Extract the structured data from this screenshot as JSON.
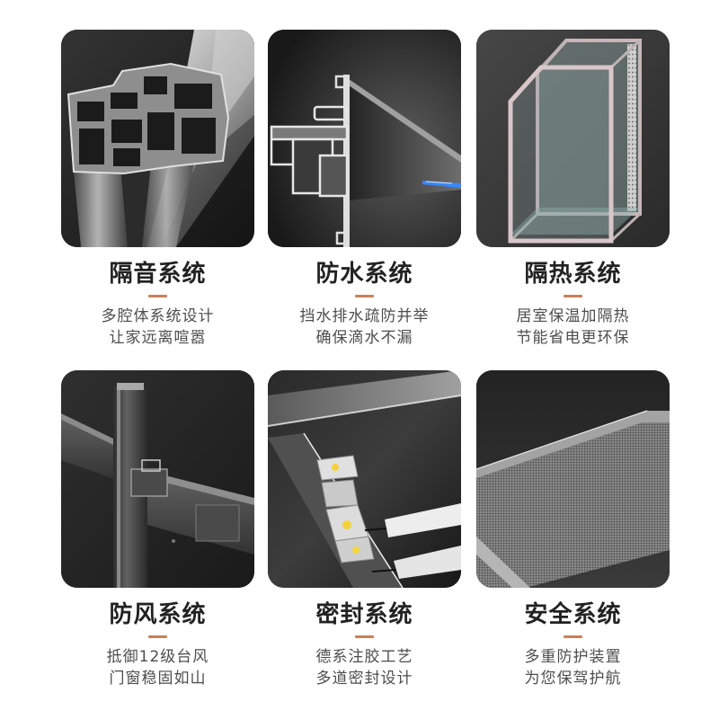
{
  "features": [
    {
      "title": "隔音系统",
      "lines": [
        "多腔体系统设计",
        "让家远离喧嚣"
      ]
    },
    {
      "title": "防水系统",
      "lines": [
        "挡水排水疏防并举",
        "确保滴水不漏"
      ]
    },
    {
      "title": "隔热系统",
      "lines": [
        "居室保温加隔热",
        "节能省电更环保"
      ]
    },
    {
      "title": "防风系统",
      "lines": [
        "抵御12级台风",
        "门窗稳固如山"
      ]
    },
    {
      "title": "密封系统",
      "lines": [
        "德系注胶工艺",
        "多道密封设计"
      ]
    },
    {
      "title": "安全系统",
      "lines": [
        "多重防护装置",
        "为您保驾护航"
      ]
    }
  ],
  "colors": {
    "accent": "#c8815a",
    "title": "#222222",
    "text": "#4d4d4d"
  }
}
